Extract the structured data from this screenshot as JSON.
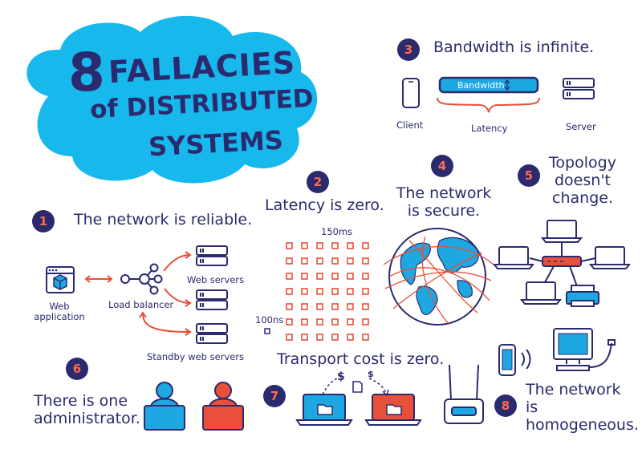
{
  "title": {
    "number": "8",
    "line1": "FALLACIES",
    "line2": "of DISTRIBUTED",
    "line3": "SYSTEMS"
  },
  "colors": {
    "navy": "#2b2a6e",
    "accent": "#e9503a",
    "cloud": "#17b8ec",
    "blue": "#1ea7e1"
  },
  "fallacies": [
    {
      "number": "1",
      "text": "The network is reliable."
    },
    {
      "number": "2",
      "text": "Latency is zero."
    },
    {
      "number": "3",
      "text": "Bandwidth is infinite."
    },
    {
      "number": "4",
      "text_line1": "The network",
      "text_line2": "is secure."
    },
    {
      "number": "5",
      "text_line1": "Topology",
      "text_line2": "doesn't",
      "text_line3": "change."
    },
    {
      "number": "6",
      "text_line1": "There is one",
      "text_line2": "administrator."
    },
    {
      "number": "7",
      "text": "Transport cost is zero."
    },
    {
      "number": "8",
      "text_line1": "The network",
      "text_line2": "is homogeneous."
    }
  ],
  "reliable": {
    "web_app_line1": "Web",
    "web_app_line2": "application",
    "load_balancer": "Load balancer",
    "web_servers": "Web servers",
    "standby": "Standby web servers"
  },
  "latency": {
    "label_top": "150ms",
    "label_bottom": "100ns"
  },
  "bandwidth": {
    "client": "Client",
    "bar": "Bandwidth",
    "latency": "Latency",
    "server": "Server"
  },
  "transport": {
    "dollar": "$",
    "small_dollar": "$"
  }
}
